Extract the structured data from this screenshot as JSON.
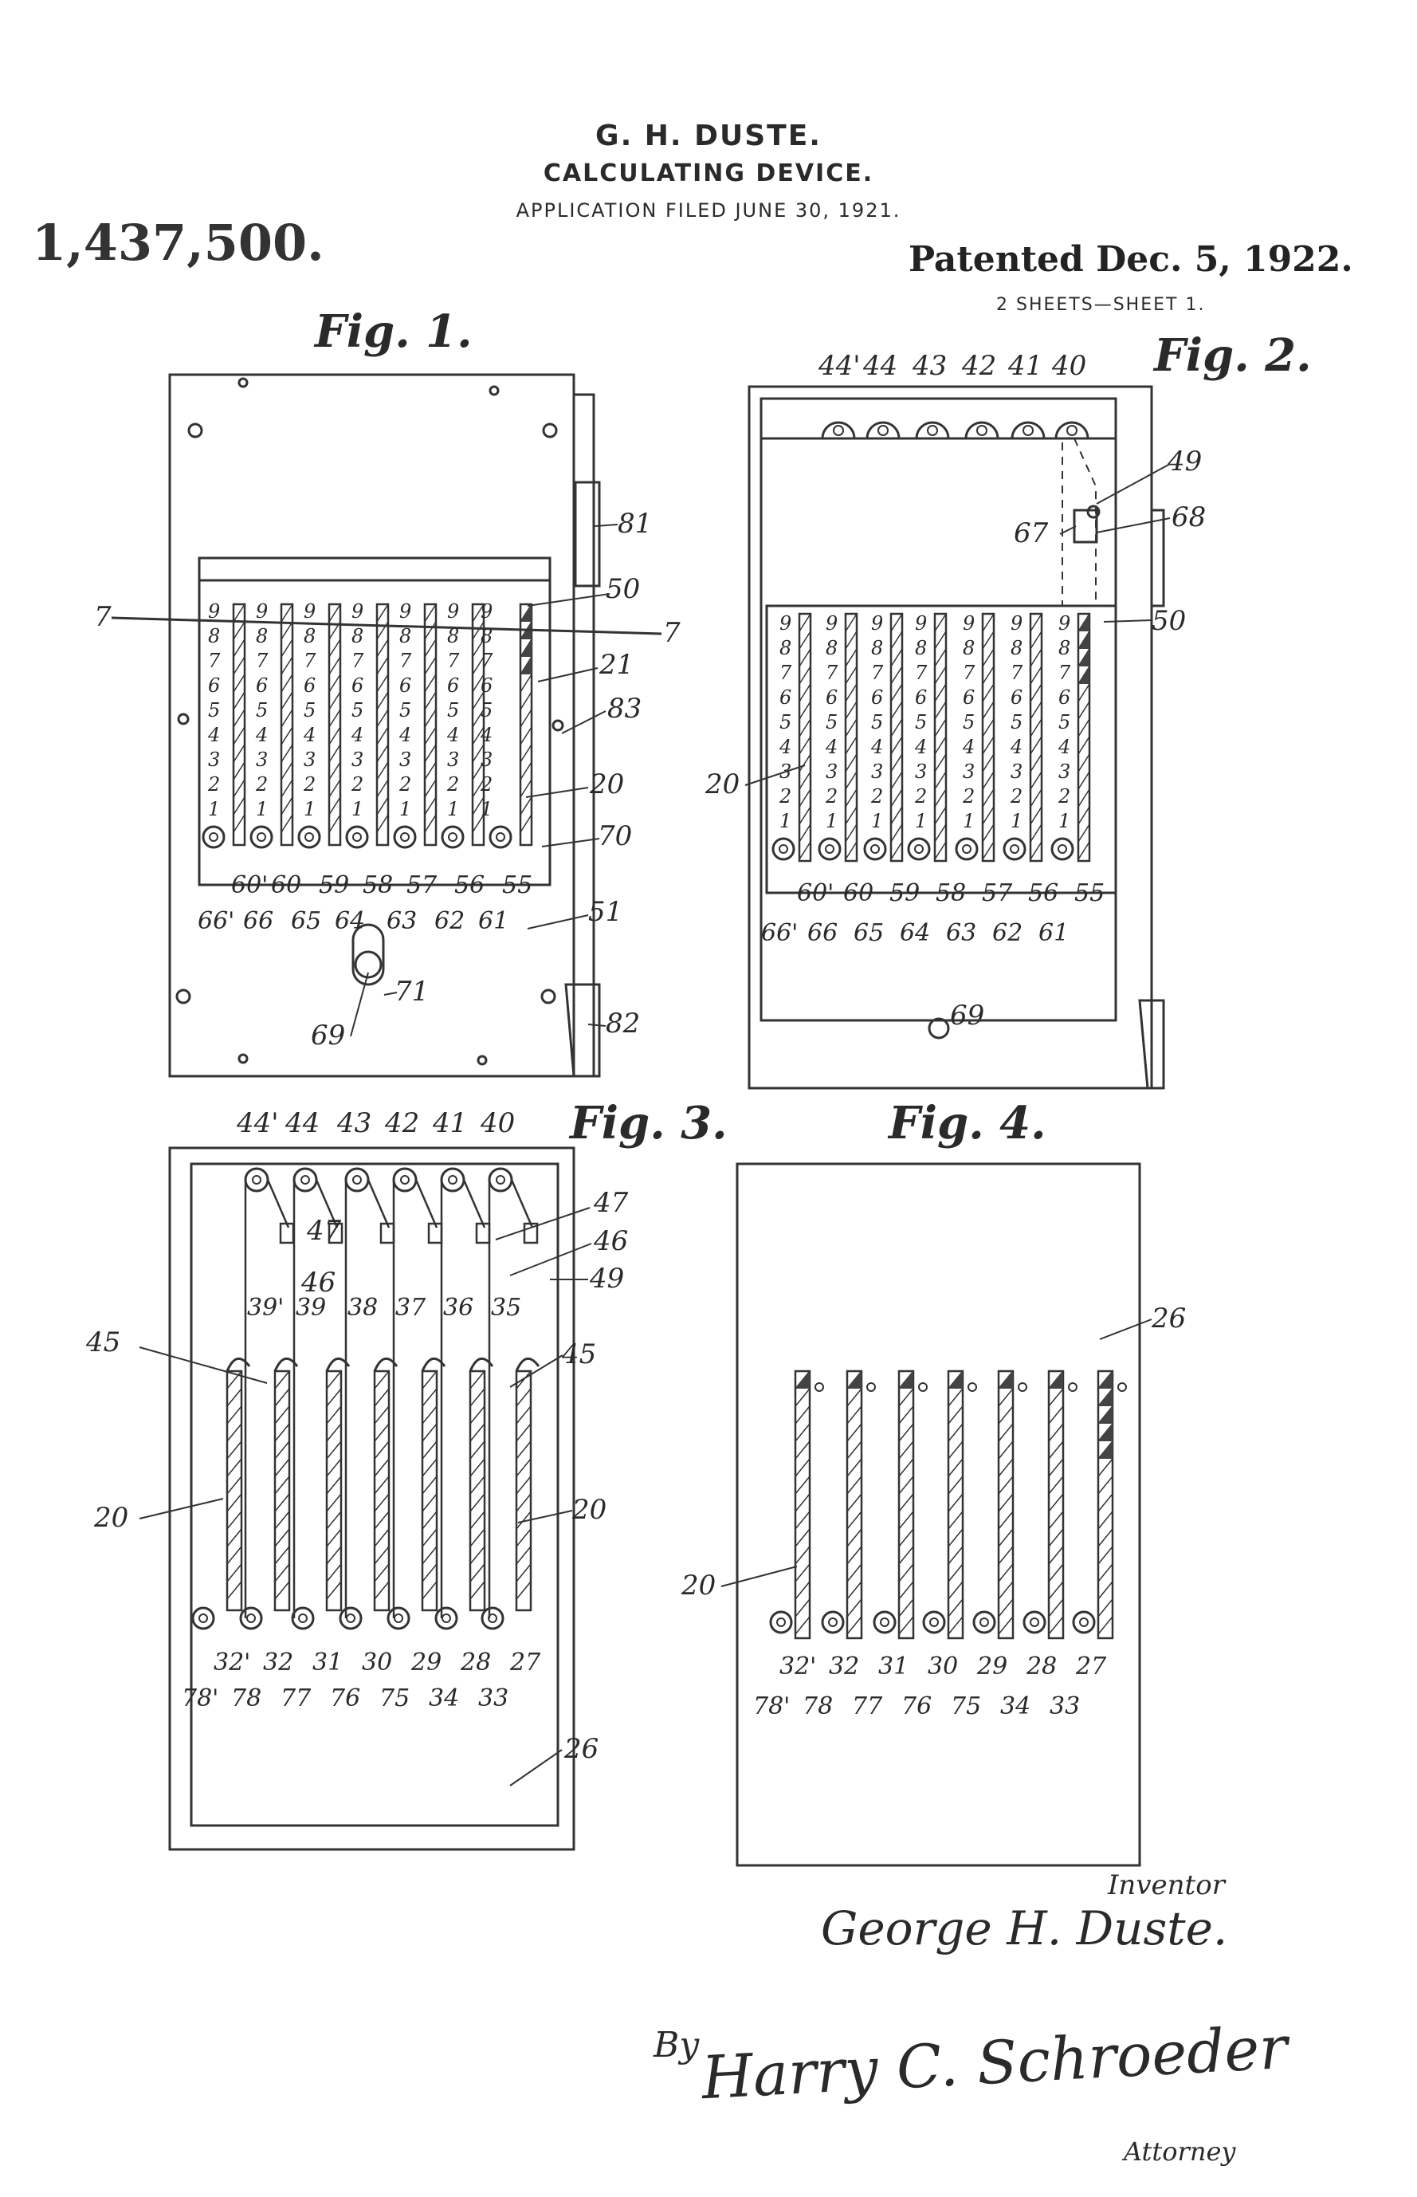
{
  "header": {
    "inventor_name": "G. H. DUSTE.",
    "title": "CALCULATING DEVICE.",
    "application": "APPLICATION FILED JUNE 30, 1921.",
    "patent_number": "1,437,500.",
    "patented_date": "Patented Dec. 5, 1922.",
    "sheets": "2 SHEETS—SHEET 1."
  },
  "figures": {
    "fig1": {
      "label": "Fig. 1.",
      "digits": [
        "9",
        "8",
        "7",
        "6",
        "5",
        "4",
        "3",
        "2",
        "1"
      ],
      "bottom_labels_top": [
        "60'",
        "60",
        "59",
        "58",
        "57",
        "56",
        "55"
      ],
      "bottom_labels_bottom": [
        "66'",
        "66",
        "65",
        "64",
        "63",
        "62",
        "61"
      ],
      "side_refs": [
        "81",
        "50",
        "7",
        "7",
        "21",
        "83",
        "20",
        "70",
        "51",
        "71",
        "69",
        "82"
      ]
    },
    "fig2": {
      "label": "Fig. 2.",
      "top_labels": [
        "44'",
        "44",
        "43",
        "42",
        "41",
        "40"
      ],
      "side_refs": [
        "49",
        "68",
        "67",
        "50",
        "20",
        "69"
      ],
      "bottom_labels_top": [
        "60'",
        "60",
        "59",
        "58",
        "57",
        "56",
        "55"
      ],
      "bottom_labels_bottom": [
        "66'",
        "66",
        "65",
        "64",
        "63",
        "62",
        "61"
      ]
    },
    "fig3": {
      "label": "Fig. 3.",
      "top_labels": [
        "44'",
        "44",
        "43",
        "42",
        "41",
        "40"
      ],
      "mid_labels": [
        "39'",
        "39",
        "38",
        "37",
        "36",
        "35"
      ],
      "side_refs": [
        "47",
        "47",
        "46",
        "46",
        "49",
        "45",
        "45",
        "20",
        "20",
        "26"
      ],
      "bottom_labels_top": [
        "32'",
        "32",
        "31",
        "30",
        "29",
        "28",
        "27"
      ],
      "bottom_labels_bottom": [
        "78'",
        "78",
        "77",
        "76",
        "75",
        "34",
        "33"
      ]
    },
    "fig4": {
      "label": "Fig. 4.",
      "side_refs": [
        "26",
        "20"
      ],
      "bottom_labels_top": [
        "32'",
        "32",
        "31",
        "30",
        "29",
        "28",
        "27"
      ],
      "bottom_labels_bottom": [
        "78'",
        "78",
        "77",
        "76",
        "75",
        "34",
        "33"
      ]
    }
  },
  "signature": {
    "inventor_caption": "Inventor",
    "inventor_signature": "George H. Duste.",
    "by": "By",
    "attorney_signature": "Harry C. Schroeder",
    "attorney_caption": "Attorney"
  }
}
